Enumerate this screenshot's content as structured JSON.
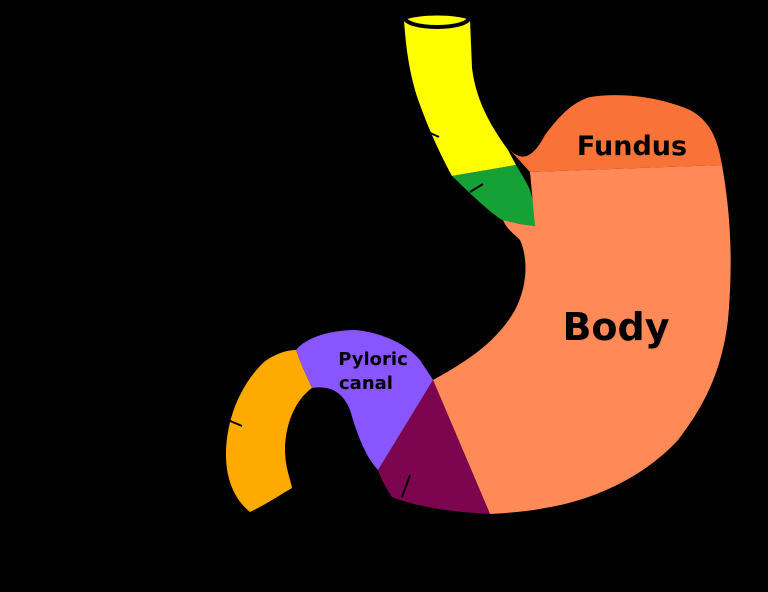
{
  "diagram": {
    "background": "#000000",
    "regions": [
      {
        "id": "esophagus",
        "color": "#ffff00",
        "label": ""
      },
      {
        "id": "cardia",
        "color": "#16a136",
        "label": ""
      },
      {
        "id": "fundus",
        "color": "#f97238",
        "label": "Fundus"
      },
      {
        "id": "body",
        "color": "#ff8a58",
        "label": "Body"
      },
      {
        "id": "pyloric-antrum",
        "color": "#7d0550",
        "label": ""
      },
      {
        "id": "pyloric-canal",
        "color": "#8855ff",
        "label_lines": [
          "Pyloric",
          "canal"
        ]
      },
      {
        "id": "duodenum",
        "color": "#ffaa00",
        "label": ""
      }
    ]
  }
}
